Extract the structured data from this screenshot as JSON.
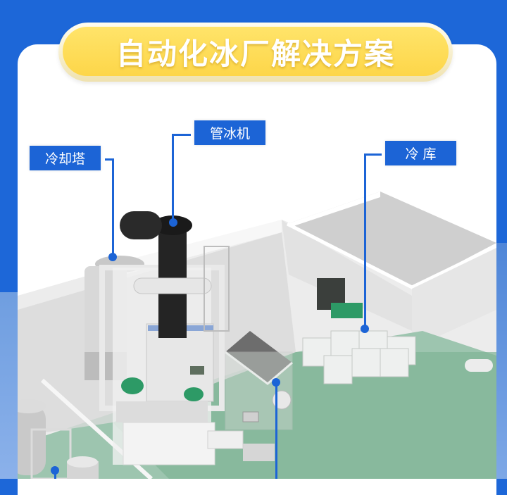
{
  "header": {
    "title": "自动化冰厂解决方案"
  },
  "callouts": [
    {
      "id": "cooling-tower",
      "label": "冷却塔"
    },
    {
      "id": "tube-ice-machine",
      "label": "管冰机"
    },
    {
      "id": "cold-storage",
      "label": "冷 库"
    }
  ],
  "colors": {
    "background_blue": "#1d67d8",
    "label_blue": "#1c64d6",
    "title_yellow": "#fdd649",
    "floor_green": "#7fb496"
  }
}
